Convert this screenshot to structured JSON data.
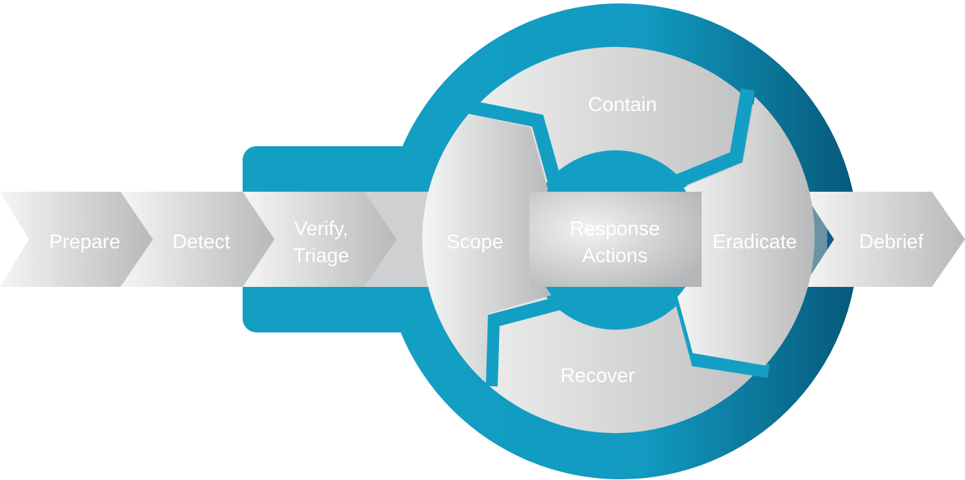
{
  "colors": {
    "ring_light": "#139fc4",
    "ring_dark": "#07587a",
    "segment_light": "#f4f4f4",
    "segment_dark": "#b9babb",
    "label": "#ffffff"
  },
  "pre_steps": [
    {
      "id": "prepare",
      "label": "Prepare"
    },
    {
      "id": "detect",
      "label": "Detect"
    },
    {
      "id": "verify",
      "label_lines": [
        "Verify,",
        "Triage"
      ]
    }
  ],
  "cycle": {
    "center_lines": [
      "Response",
      "Actions"
    ],
    "phases": [
      {
        "id": "contain",
        "label": "Contain"
      },
      {
        "id": "eradicate",
        "label": "Eradicate"
      },
      {
        "id": "recover",
        "label": "Recover"
      },
      {
        "id": "scope",
        "label": "Scope"
      }
    ]
  },
  "post_steps": [
    {
      "id": "debrief",
      "label": "Debrief"
    }
  ]
}
